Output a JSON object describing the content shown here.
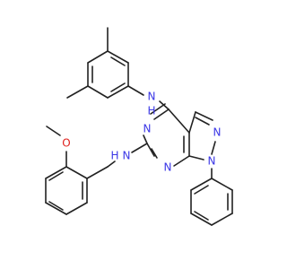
{
  "molecule": {
    "colors": {
      "bond": "#222222",
      "N": "#3a36e6",
      "O": "#e0211d"
    },
    "atoms": [
      {
        "id": "amine-n4-label",
        "text": "N"
      },
      {
        "id": "amine-n4-h-label",
        "text": "H"
      },
      {
        "id": "amine-n6-label",
        "text": "N"
      },
      {
        "id": "amine-n6-h-label",
        "text": "H"
      },
      {
        "id": "ring-n5-label",
        "text": "N"
      },
      {
        "id": "ring-n7-label",
        "text": "N"
      },
      {
        "id": "pyrazole-n2-label",
        "text": "N"
      },
      {
        "id": "pyrazole-n1-label",
        "text": "N"
      },
      {
        "id": "methoxy-o-label",
        "text": "O"
      }
    ]
  }
}
